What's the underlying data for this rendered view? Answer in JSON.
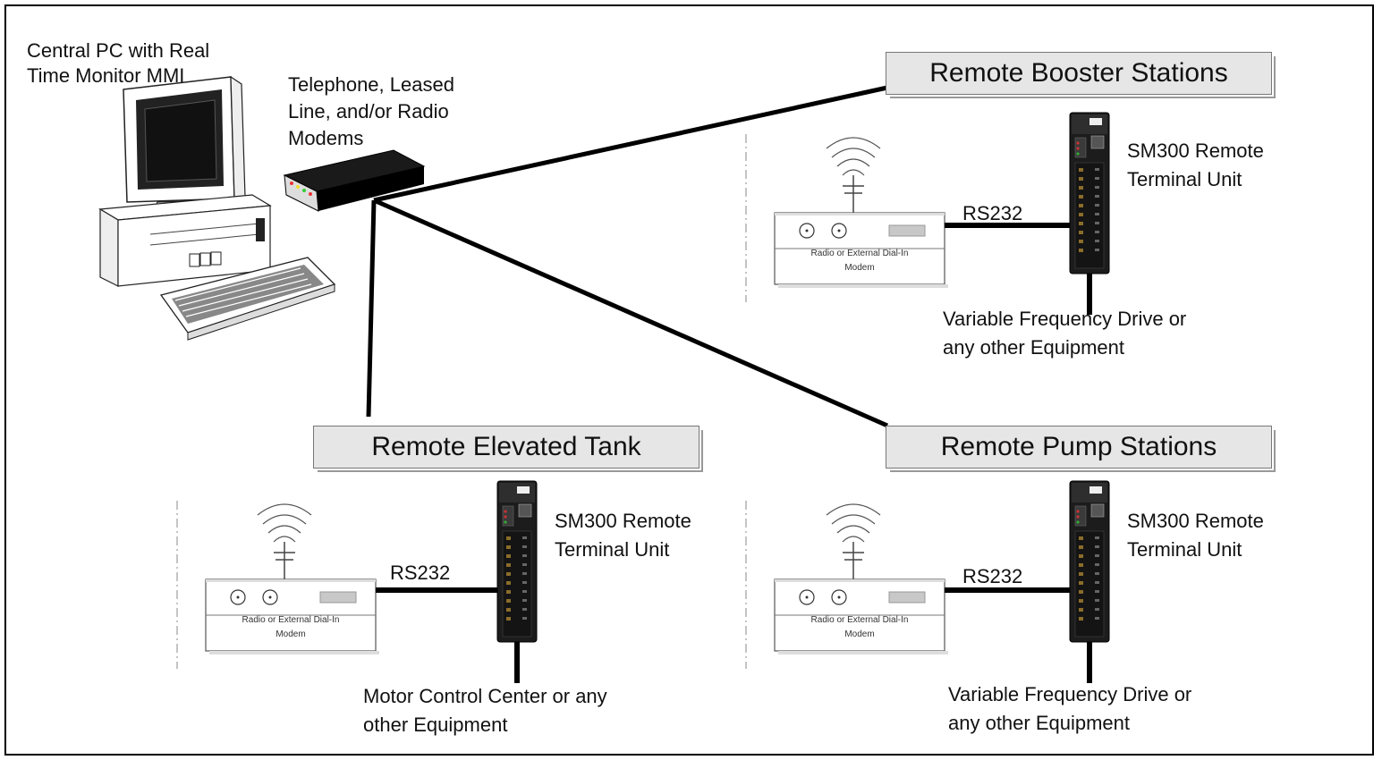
{
  "central": {
    "pc_label_line1": "Central PC with Real",
    "pc_label_line2": "Time Monitor MMI",
    "modems_line1": "Telephone, Leased",
    "modems_line2": "Line, and/or Radio",
    "modems_line3": "Modems"
  },
  "stations": {
    "booster": {
      "title": "Remote Booster Stations",
      "rtu_line1": "SM300 Remote",
      "rtu_line2": "Terminal Unit",
      "link": "RS232",
      "modem_line1": "Radio or External Dial-In",
      "modem_line2": "Modem",
      "equip_line1": "Variable Frequency Drive or",
      "equip_line2": "any other Equipment"
    },
    "tank": {
      "title": "Remote Elevated Tank",
      "rtu_line1": "SM300 Remote",
      "rtu_line2": "Terminal Unit",
      "link": "RS232",
      "modem_line1": "Radio or External Dial-In",
      "modem_line2": "Modem",
      "equip_line1": "Motor Control Center or any",
      "equip_line2": "other Equipment"
    },
    "pump": {
      "title": "Remote Pump Stations",
      "rtu_line1": "SM300 Remote",
      "rtu_line2": "Terminal Unit",
      "link": "RS232",
      "modem_line1": "Radio or External Dial-In",
      "modem_line2": "Modem",
      "equip_line1": "Variable Frequency Drive or",
      "equip_line2": "any other Equipment"
    }
  },
  "colors": {
    "line": "#000000",
    "box_fill": "#e6e6e6",
    "rtu_body": "#1c1c1c"
  }
}
